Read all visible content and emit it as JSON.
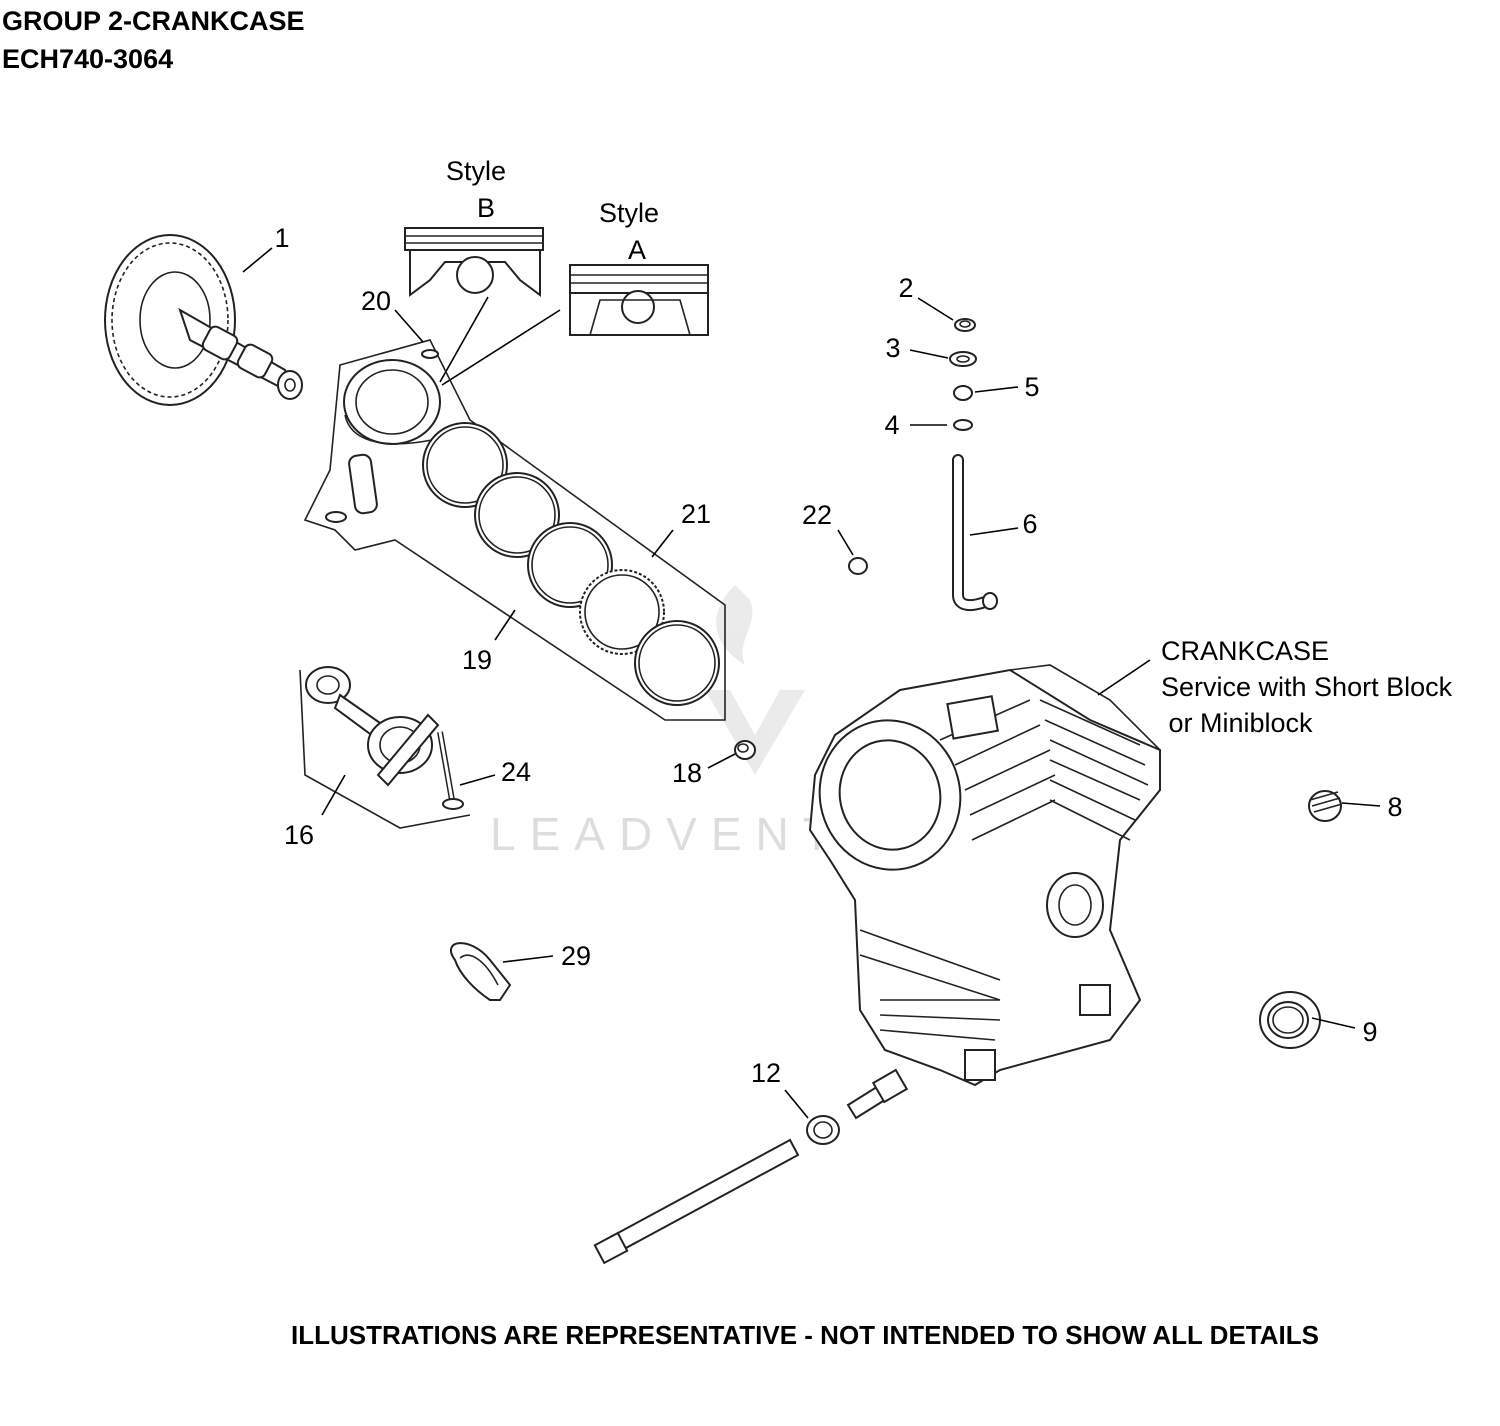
{
  "header": {
    "group_title": "GROUP 2-CRANKCASE",
    "model": "ECH740-3064"
  },
  "style_labels": {
    "style_b": [
      "Style",
      "B"
    ],
    "style_a": [
      "Style",
      "A"
    ]
  },
  "crankcase_note": [
    "CRANKCASE",
    "Service with Short Block",
    " or Miniblock"
  ],
  "callouts": {
    "c1": "1",
    "c2": "2",
    "c3": "3",
    "c4": "4",
    "c5": "5",
    "c6": "6",
    "c8": "8",
    "c9": "9",
    "c12": "12",
    "c16": "16",
    "c18": "18",
    "c19": "19",
    "c20": "20",
    "c21": "21",
    "c22": "22",
    "c24": "24",
    "c29": "29"
  },
  "watermark": "LEADVENTURE",
  "footer": "ILLUSTRATIONS ARE REPRESENTATIVE - NOT INTENDED TO SHOW ALL DETAILS"
}
